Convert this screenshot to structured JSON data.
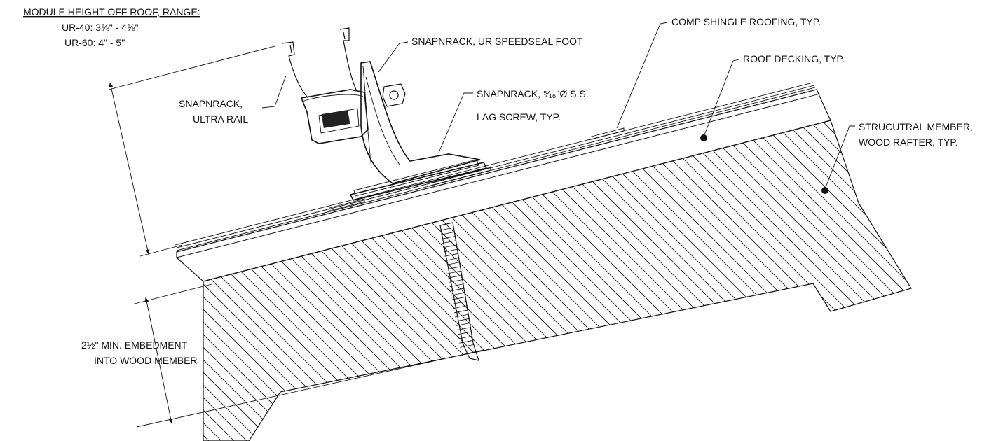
{
  "labels": {
    "height_title": "MODULE HEIGHT OFF ROOF, RANGE:",
    "height_ur40": "UR-40: 3⅝\" - 4⅝\"",
    "height_ur60": "UR-60: 4\" - 5\"",
    "rail_line1": "SNAPNRACK,",
    "rail_line2": "ULTRA RAIL",
    "foot": "SNAPNRACK, UR SPEEDSEAL FOOT",
    "lag_line1": "SNAPNRACK, ⁵⁄₁₆\"Ø S.S.",
    "lag_line2": "LAG SCREW, TYP.",
    "shingle": "COMP SHINGLE ROOFING, TYP.",
    "decking": "ROOF DECKING, TYP.",
    "rafter_line1": "STRUCUTRAL MEMBER,",
    "rafter_line2": "WOOD RAFTER, TYP.",
    "embed_line1": "2½\" MIN. EMBEDMENT",
    "embed_line2": "INTO WOOD MEMBER"
  }
}
